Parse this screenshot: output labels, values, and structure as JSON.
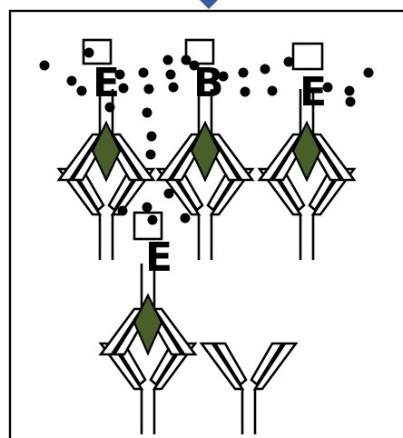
{
  "diagram": {
    "colors": {
      "frame_line": "#000000",
      "fill": "#ffffff",
      "leaf": "#4a5e2a",
      "dot": "#000000",
      "top_arrow": "#3a5a9e"
    },
    "marker_glyphs": [
      "E",
      "B",
      "E",
      "E"
    ],
    "icons": {
      "connector": "arrow-down-icon",
      "units": "y-shaped-receptor-icon",
      "leaves": "green-diamond-icon",
      "tags": "square-box-icon",
      "particles": "dot-icon"
    }
  }
}
